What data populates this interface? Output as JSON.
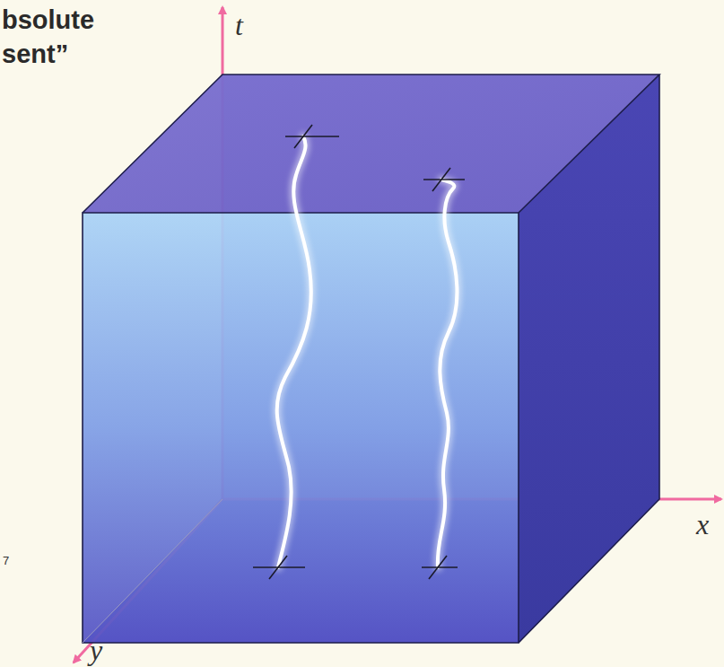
{
  "diagram": {
    "labels": [
      "bsolute",
      "sent”",
      "t",
      "x",
      "y",
      "7"
    ]
  }
}
